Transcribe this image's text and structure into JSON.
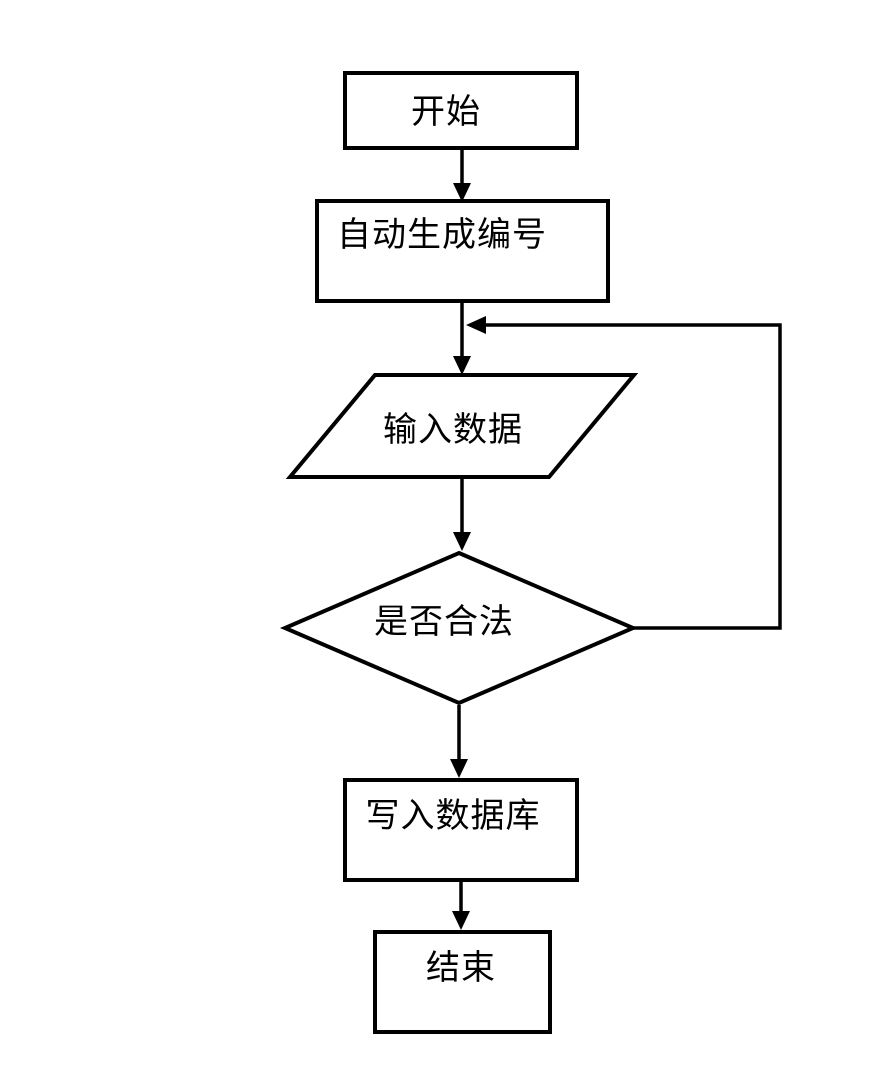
{
  "page": {
    "background": "#ffffff"
  },
  "colors": {
    "stroke": "#000000",
    "shape_fill": "#ffffff",
    "text": "#000000"
  },
  "flowchart": {
    "nodes": [
      {
        "id": "start",
        "type": "process-rect",
        "label": "开始"
      },
      {
        "id": "auto-number",
        "type": "process-rect",
        "label": "自动生成编号"
      },
      {
        "id": "input-data",
        "type": "io-parallelogram",
        "label": "输入数据"
      },
      {
        "id": "is-valid",
        "type": "decision-diamond",
        "label": "是否合法"
      },
      {
        "id": "write-db",
        "type": "process-rect",
        "label": "写入数据库"
      },
      {
        "id": "end",
        "type": "process-rect",
        "label": "结束"
      }
    ],
    "edges": [
      {
        "from": "start",
        "to": "auto-number",
        "kind": "straight"
      },
      {
        "from": "auto-number",
        "to": "input-data",
        "kind": "straight"
      },
      {
        "from": "input-data",
        "to": "is-valid",
        "kind": "straight"
      },
      {
        "from": "is-valid",
        "to": "input-data",
        "kind": "loop-back"
      },
      {
        "from": "is-valid",
        "to": "write-db",
        "kind": "straight"
      },
      {
        "from": "write-db",
        "to": "end",
        "kind": "straight"
      }
    ]
  }
}
